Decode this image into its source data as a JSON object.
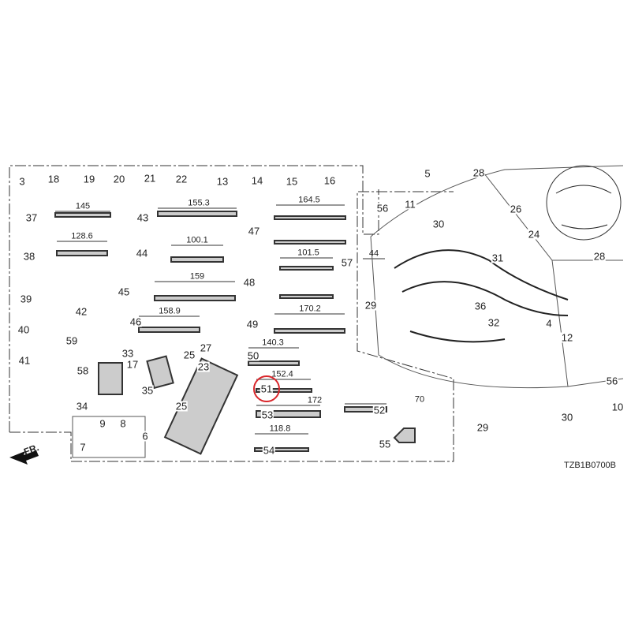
{
  "diagram_code": "TZB1B0700B",
  "direction_label": "FR.",
  "highlighted_callout": "51",
  "highlight_color": "#d9262b",
  "callouts": [
    "3",
    "18",
    "19",
    "20",
    "21",
    "22",
    "13",
    "14",
    "15",
    "16",
    "37",
    "38",
    "39",
    "40",
    "41",
    "42",
    "59",
    "58",
    "33",
    "35",
    "34",
    "9",
    "8",
    "7",
    "6",
    "43",
    "44",
    "45",
    "46",
    "17",
    "25",
    "23",
    "25",
    "27",
    "47",
    "48",
    "49",
    "50",
    "51",
    "53",
    "54",
    "52",
    "55",
    "57",
    "5",
    "28",
    "56",
    "11",
    "30",
    "26",
    "24",
    "31",
    "28",
    "36",
    "29",
    "32",
    "4",
    "12",
    "56",
    "10",
    "30",
    "29"
  ],
  "dimensions": [
    "145",
    "155.3",
    "164.5",
    "128.6",
    "100.1",
    "101.5",
    "44",
    "159",
    "158.9",
    "170.2",
    "140.3",
    "152.4",
    "172",
    "70",
    "118.8"
  ]
}
